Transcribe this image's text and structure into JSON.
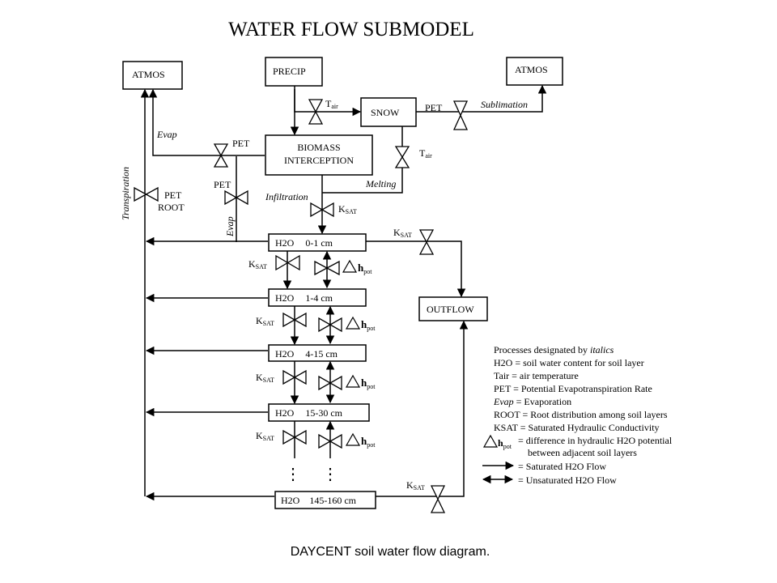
{
  "title": "WATER FLOW SUBMODEL",
  "caption": "DAYCENT soil water flow diagram.",
  "boxes": {
    "atmos_left": "ATMOS",
    "precip": "PRECIP",
    "atmos_right": "ATMOS",
    "snow": "SNOW",
    "biomass_line1": "BIOMASS",
    "biomass_line2": "INTERCEPTION",
    "outflow": "OUTFLOW"
  },
  "soil_layers": [
    {
      "h2o": "H2O",
      "depth": "0-1 cm"
    },
    {
      "h2o": "H2O",
      "depth": "1-4 cm"
    },
    {
      "h2o": "H2O",
      "depth": "4-15 cm"
    },
    {
      "h2o": "H2O",
      "depth": "15-30 cm"
    },
    {
      "h2o": "H2O",
      "depth": "145-160 cm"
    }
  ],
  "labels": {
    "t_air": "T",
    "t_air_sub": "air",
    "pet": "PET",
    "root": "ROOT",
    "k": "K",
    "k_sub": "SAT",
    "delta_h": "h",
    "delta_h_sub": "pot",
    "sublimation": "Sublimation",
    "evap": "Evap",
    "transpiration": "Transpiration",
    "melting": "Melting",
    "infiltration": "Infiltration",
    "ellipsis": "⋮"
  },
  "legend": {
    "line1_prefix": "Processes designated by ",
    "line1_italic": "italics",
    "line2": "H2O = soil water content for soil layer",
    "line3": "Tair = air temperature",
    "line4": "PET = Potential Evapotranspiration Rate",
    "line5_italic": "Evap",
    "line5_rest": " = Evaporation",
    "line6": "ROOT = Root distribution among soil layers",
    "line7": "KSAT = Saturated Hydraulic Conductivity",
    "line8": "= difference in hydraulic H2O potential",
    "line9": "between adjacent soil layers",
    "line10": "= Saturated H2O Flow",
    "line11": "= Unsaturated H2O Flow"
  }
}
